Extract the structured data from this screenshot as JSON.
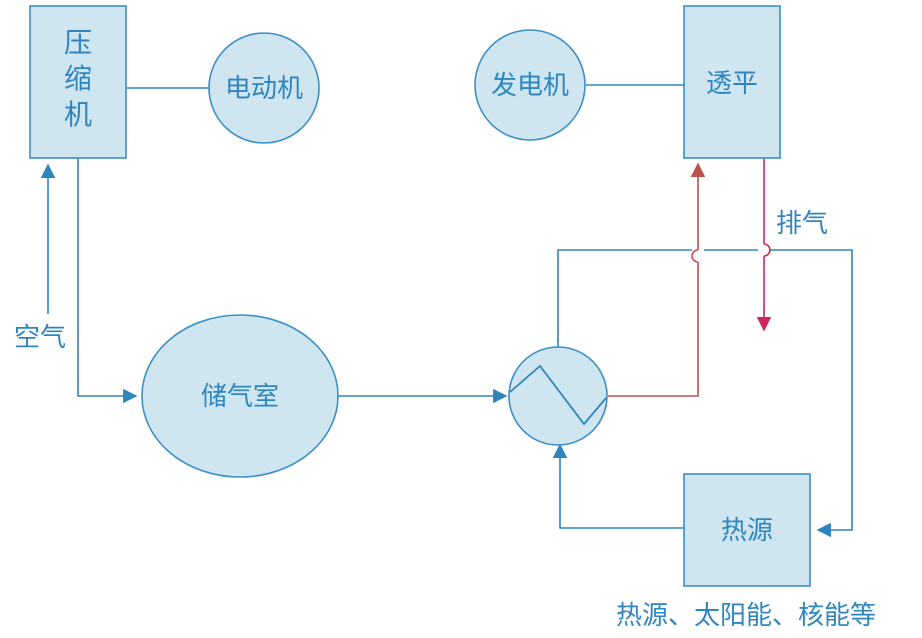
{
  "nodes": {
    "compressor": "压\n缩\n机",
    "compressor_lines": [
      "压",
      "缩",
      "机"
    ],
    "motor": "电动机",
    "generator": "发电机",
    "turbine": "透平",
    "storage": "储气室",
    "heat_source": "热源"
  },
  "labels": {
    "air": "空气",
    "exhaust": "排气",
    "heat_note": "热源、太阳能、核能等"
  },
  "colors": {
    "node_fill": "#cfe6f1",
    "node_stroke": "#3a8fc7",
    "flow_blue": "#2f86bf",
    "flow_hot": "#c0504d",
    "exhaust": "#d0255a"
  }
}
